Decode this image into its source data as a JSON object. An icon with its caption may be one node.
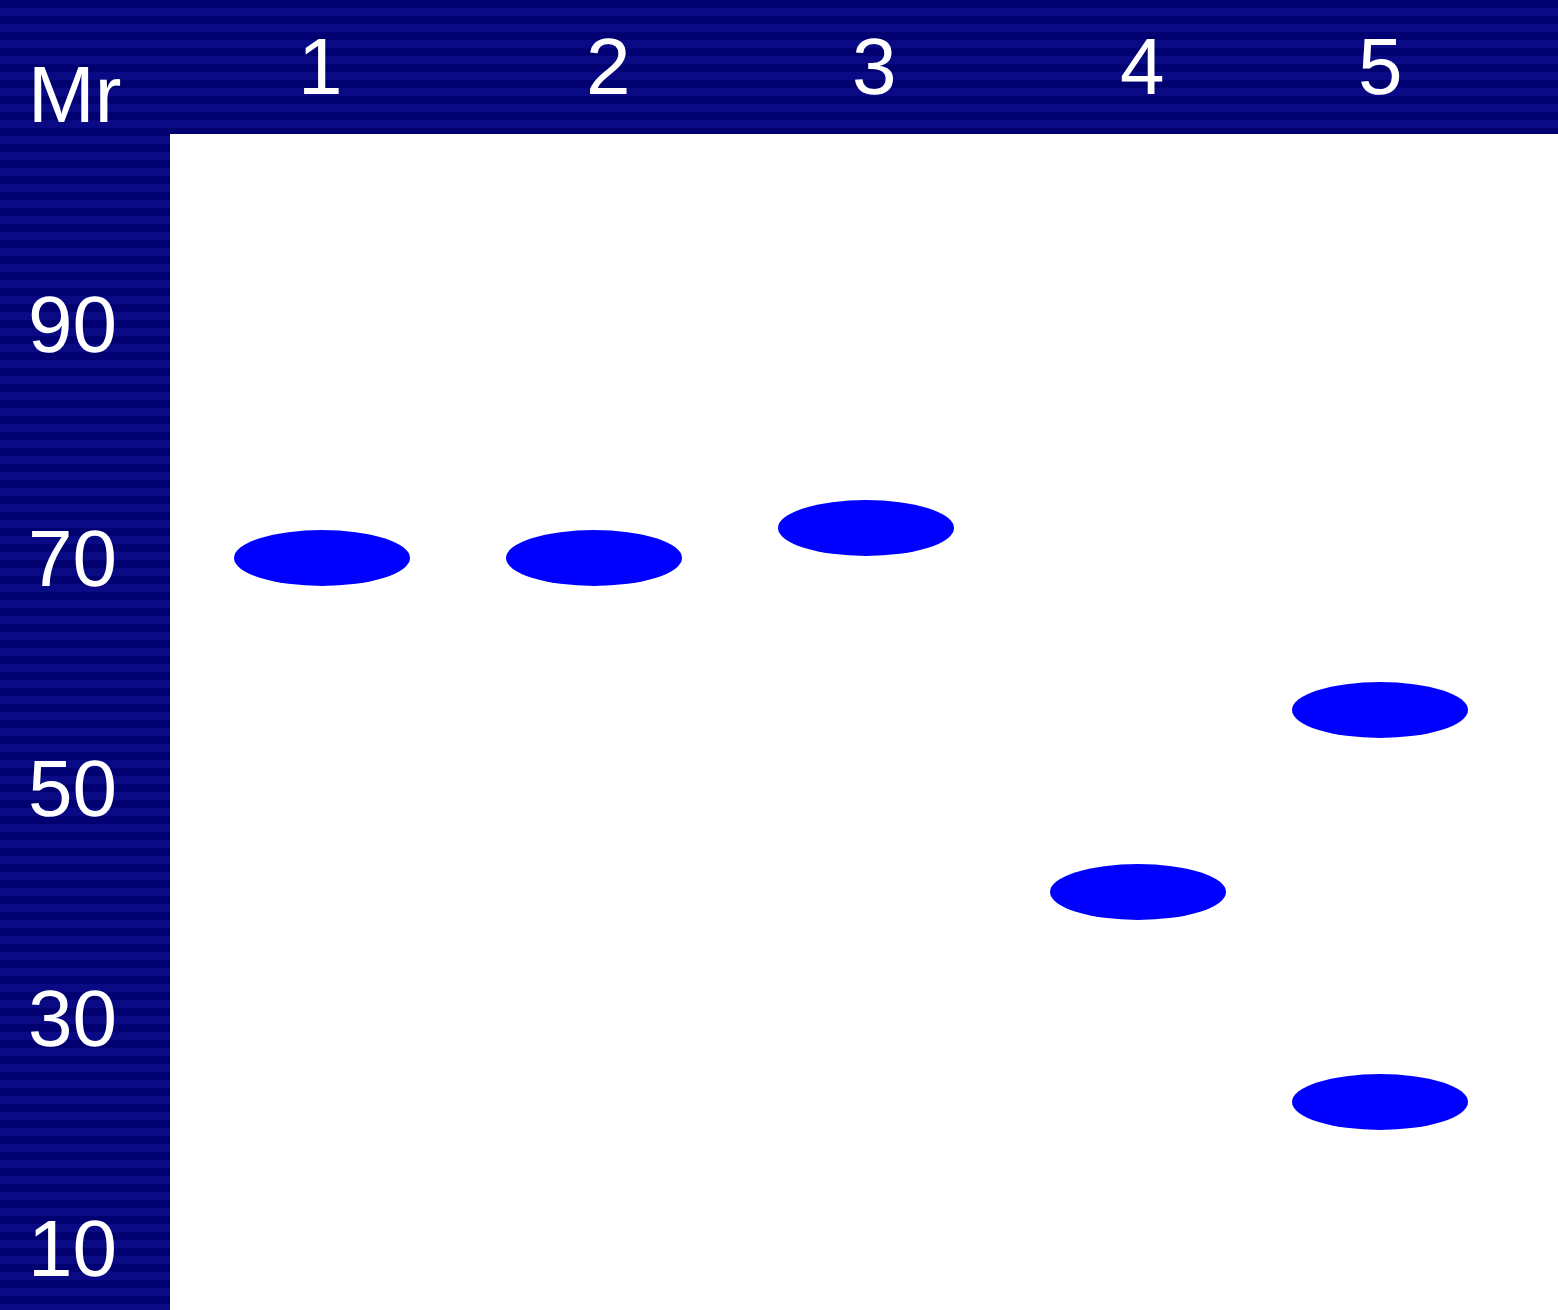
{
  "diagram": {
    "labels": [
      "Mr",
      "1",
      "2",
      "3",
      "4",
      "5",
      "90",
      "70",
      "50",
      "30",
      "10"
    ]
  }
}
